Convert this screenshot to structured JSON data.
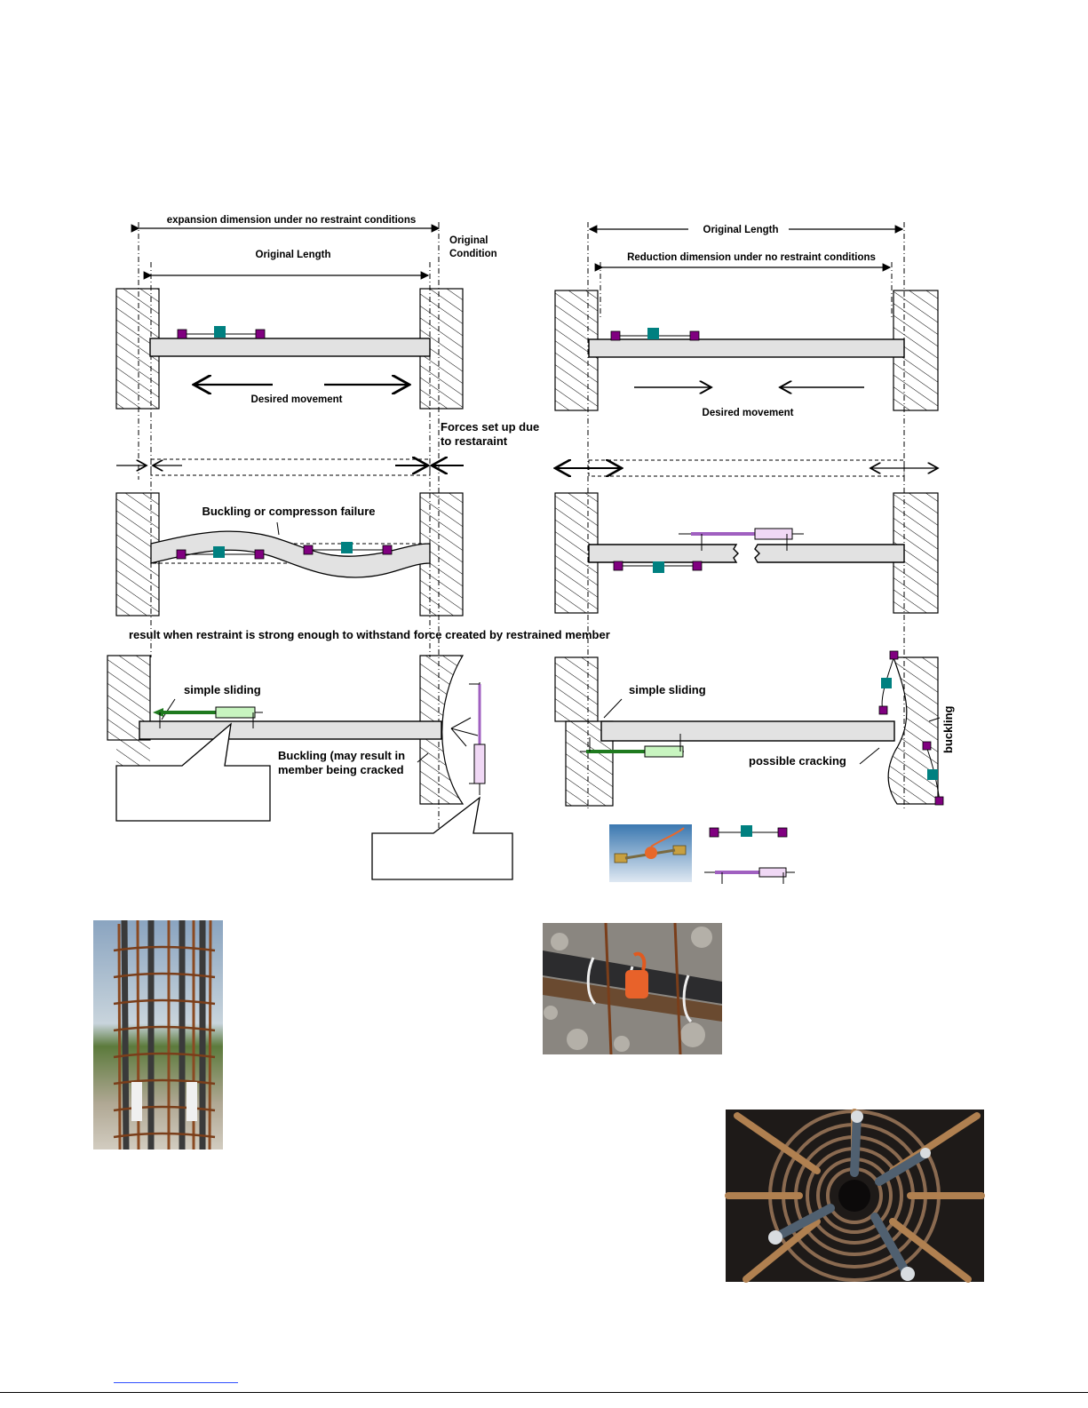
{
  "left_panel": {
    "expansion_dimension": "expansion dimension under no restraint conditions",
    "original_length": "Original Length",
    "original_condition_line1": "Original",
    "original_condition_line2": "Condition",
    "desired_movement": "Desired movement",
    "forces_line1": "Forces set up due",
    "forces_line2": "to restaraint",
    "buckling_failure": "Buckling or compresson failure",
    "result_caption": "result when restraint is strong enough to withstand force created by restrained member",
    "simple_sliding": "simple sliding",
    "buckling_note_line1": "Buckling (may result in",
    "buckling_note_line2": "member being cracked"
  },
  "right_panel": {
    "original_length": "Original Length",
    "reduction_dimension": "Reduction dimension under no restraint conditions",
    "desired_movement": "Desired movement",
    "simple_sliding": "simple sliding",
    "possible_cracking": "possible cracking",
    "buckling": "buckling"
  },
  "colors": {
    "purple_marker": "#800080",
    "teal_marker": "#008080",
    "green_gauge_body": "#c8f5c0",
    "green_gauge_rod": "#1f7a1f",
    "violet_gauge_body": "#f0d8f5",
    "violet_gauge_rod": "#a060c0",
    "beam_fill": "#e2e2e2",
    "footer_link": "#3050ff"
  },
  "photos": {
    "legend_sensor": "orange-strain-gauge-photo",
    "rebar_cage_vertical": "rebar-cage-column-photo",
    "sensor_on_rebar": "sensor-on-rebar-photo",
    "rebar_cage_topdown": "circular-rebar-cage-photo"
  }
}
